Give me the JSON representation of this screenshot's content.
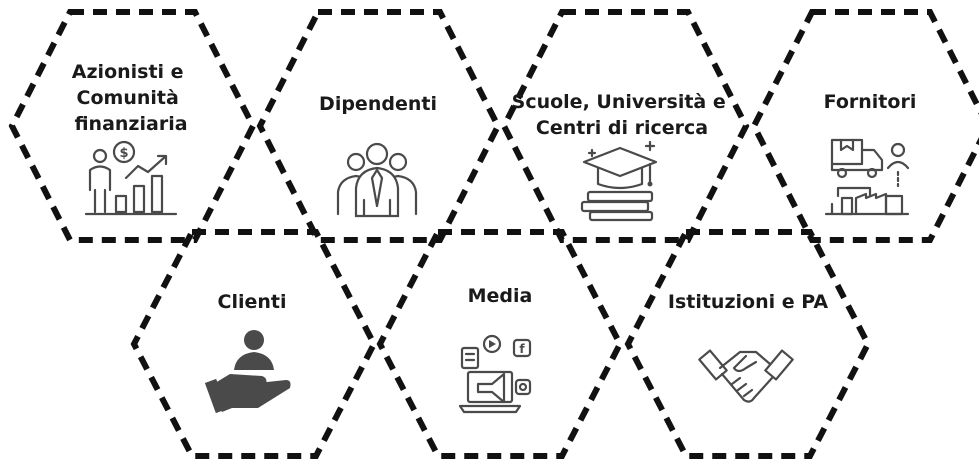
{
  "stakeholders": [
    {
      "id": "azionisti",
      "lines": [
        "Azionisti e",
        "Comunità",
        "finanziaria"
      ],
      "icon": "investor-growth-chart-icon"
    },
    {
      "id": "dipendenti",
      "lines": [
        "Dipendenti"
      ],
      "icon": "employees-group-icon"
    },
    {
      "id": "scuole",
      "lines": [
        "Scuole, Università e",
        "Centri di ricerca"
      ],
      "icon": "graduation-cap-books-icon"
    },
    {
      "id": "fornitori",
      "lines": [
        "Fornitori"
      ],
      "icon": "supply-chain-truck-factory-icon"
    },
    {
      "id": "clienti",
      "lines": [
        "Clienti"
      ],
      "icon": "customer-hand-icon"
    },
    {
      "id": "media",
      "lines": [
        "Media"
      ],
      "icon": "media-megaphone-social-icon"
    },
    {
      "id": "istituzioni",
      "lines": [
        "Istituzioni e PA"
      ],
      "icon": "handshake-icon"
    }
  ],
  "style": {
    "stroke": "#111111",
    "text": "#1a1a1a",
    "icon": "#4a4a4a"
  }
}
